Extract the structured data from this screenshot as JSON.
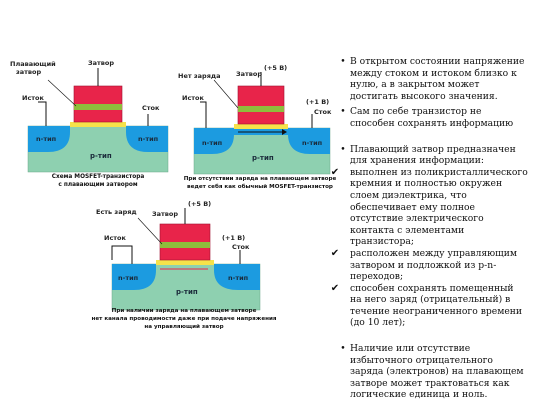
{
  "diagram1": {
    "float_gate_label_1": "Плавающий",
    "float_gate_label_2": "затвор",
    "gate_label": "Затвор",
    "source_label": "Исток",
    "drain_label": "Сток",
    "n_left": "n-тип",
    "n_right": "n-тип",
    "p_label": "p-тип",
    "caption_1": "Схема MOSFET-транзистора",
    "caption_2": "с плавающим затвором"
  },
  "diagram2": {
    "no_charge_label": "Нет заряда",
    "gate_label": "Затвор",
    "gate_voltage": "(+5 В)",
    "drain_voltage": "(+1 В)",
    "source_label": "Исток",
    "drain_label": "Сток",
    "n_left": "n-тип",
    "n_right": "n-тип",
    "p_label": "p-тип",
    "caption_1": "При отсутствии заряда на плавающем затворе",
    "caption_2": "ведет себя как обычный MOSFET-транзистор"
  },
  "diagram3": {
    "charge_label": "Есть заряд",
    "gate_label": "Затвор",
    "gate_voltage": "(+5 В)",
    "drain_voltage": "(+1 В)",
    "source_label": "Исток",
    "drain_label": "Сток",
    "n_left": "n-тип",
    "n_right": "n-тип",
    "p_label": "p-тип",
    "caption_1": "При наличии заряда на плавающем затворе",
    "caption_2": "нет канала проводимости даже при подаче напряжения",
    "caption_3": "на управляющий затвор"
  },
  "text": {
    "b1": "В открытом состоянии напряжение между стоком и истоком близко к нулю, а в закрытом может достигать высокого значения.",
    "b2": "Сам по себе транзистор не способен сохранять информацию",
    "b3": "Плавающий затвор предназначен для хранения информации:",
    "c1": "выполнен из поликристаллического кремния и полностью окружен слоем диэлектрика, что обеспечивает ему полное отсутствие электрического контакта с элементами транзистора;",
    "c2": "расположен между управляющим затвором и подложкой из p-n-переходов;",
    "c3": "способен сохранять помещенный на него заряд (отрицательный) в течение неограниченного времени (до 10 лет);",
    "b4": "Наличие или отсутствие избыточного отрицательного заряда (электронов) на плавающем затворе может трактоваться как логические единица и ноль.",
    "bullet": "•",
    "check": "✔"
  },
  "colors": {
    "p_substrate": "#8ed0b0",
    "n_region": "#1c9be0",
    "gate_red": "#e8244a",
    "float_gate": "#8ebd3c",
    "oxide": "#f6e24a",
    "wire": "#111111"
  }
}
